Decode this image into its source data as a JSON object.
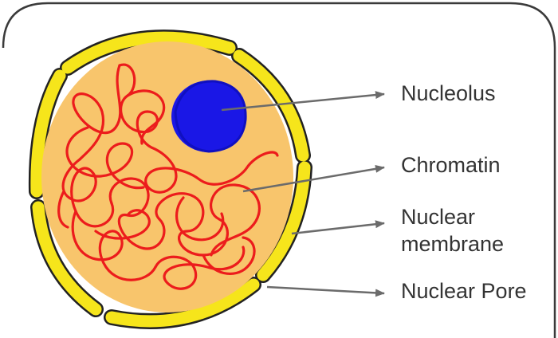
{
  "labels": {
    "nucleolus": "Nucleolus",
    "chromatin": "Chromatin",
    "nuclear_membrane_line1": "Nuclear",
    "nuclear_membrane_line2": "membrane",
    "nuclear_pore": "Nuclear Pore"
  },
  "colors": {
    "frame": "#3a3a3a",
    "membrane": "#f6e51b",
    "membrane_outline": "#222222",
    "nucleoplasm": "#f8c56c",
    "nucleolus": "#1a17e6",
    "chromatin": "#ec1c1c",
    "arrow": "#6b6b6b",
    "text": "#333333"
  }
}
